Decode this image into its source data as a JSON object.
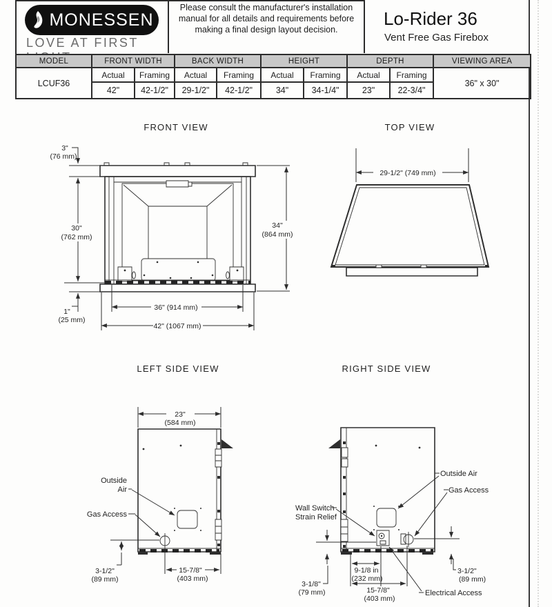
{
  "colors": {
    "line": "#2e2e2e",
    "table_header_bg": "#c8c8c8",
    "logo_bg": "#101010",
    "tagline": "#6a6a6a"
  },
  "header": {
    "brand": "MONESSEN",
    "tagline": "LOVE AT FIRST LIGHT",
    "disclaimer": "Please consult the manufacturer's installation manual for all details and requirements before making a final design layout decision.",
    "product_title": "Lo-Rider 36",
    "product_subtitle": "Vent Free Gas Firebox"
  },
  "spec_table": {
    "model_header": "MODEL",
    "group_headers": [
      "FRONT WIDTH",
      "BACK WIDTH",
      "HEIGHT",
      "DEPTH"
    ],
    "viewing_header": "VIEWING AREA",
    "sub_actual": "Actual",
    "sub_framing": "Framing",
    "model_value": "LCUF36",
    "values": {
      "front_actual": "42\"",
      "front_framing": "42-1/2\"",
      "back_actual": "29-1/2\"",
      "back_framing": "42-1/2\"",
      "height_actual": "34\"",
      "height_framing": "34-1/4\"",
      "depth_actual": "23\"",
      "depth_framing": "22-3/4\""
    },
    "viewing_value": "36\" x 30\""
  },
  "views": {
    "front": {
      "title": "FRONT VIEW",
      "dims": {
        "d3_in": "3\"",
        "d3_mm": "(76 mm)",
        "d30_in": "30\"",
        "d30_mm": "(762 mm)",
        "d34_in": "34\"",
        "d34_mm": "(864 mm)",
        "d1_in": "1\"",
        "d1_mm": "(25 mm)",
        "d36": "36\" (914 mm)",
        "d42": "42\" (1067 mm)"
      }
    },
    "top": {
      "title": "TOP VIEW",
      "dims": {
        "d295": "29-1/2\" (749 mm)"
      }
    },
    "left_side": {
      "title": "LEFT SIDE VIEW",
      "labels": {
        "outside_air_1": "Outside",
        "outside_air_2": "Air",
        "gas_access": "Gas Access"
      },
      "dims": {
        "d23_in": "23\"",
        "d23_mm": "(584 mm)",
        "d35_in": "3-1/2\"",
        "d35_mm": "(89 mm)",
        "d158_in": "15-7/8\"",
        "d158_mm": "(403 mm)"
      }
    },
    "right_side": {
      "title": "RIGHT SIDE VIEW",
      "labels": {
        "outside_air": "Outside Air",
        "gas_access": "Gas Access",
        "wall_switch_1": "Wall Switch",
        "wall_switch_2": "Strain Relief",
        "electrical_access": "Electrical Access"
      },
      "dims": {
        "d318_in": "3-1/8\"",
        "d318_mm": "(79 mm)",
        "d918_in": "9-1/8 in",
        "d918_mm": "(232 mm)",
        "d158_in": "15-7/8\"",
        "d158_mm": "(403 mm)",
        "d312_in": "3-1/2\"",
        "d312_mm": "(89 mm)"
      }
    }
  }
}
